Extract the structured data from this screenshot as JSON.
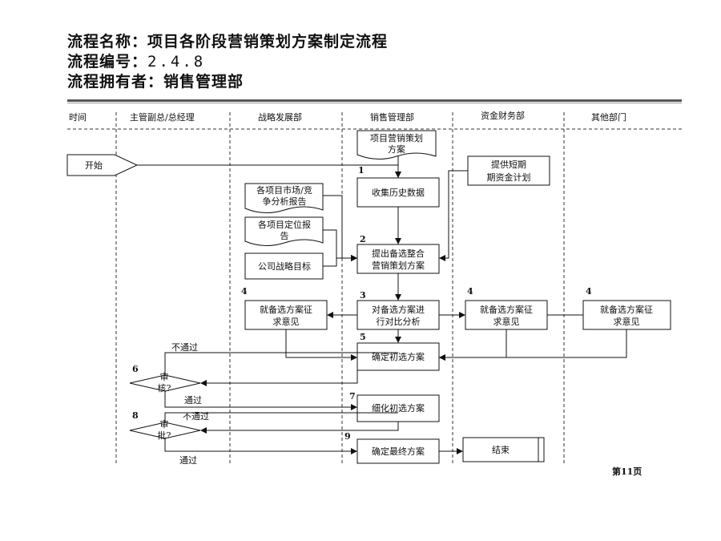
{
  "header": {
    "name_label": "流程名称：",
    "name_value": "项目各阶段营销策划方案制定流程",
    "code_label": "流程编号：",
    "code_value": "2.4.8",
    "owner_label": "流程拥有者：",
    "owner_value": "销售管理部"
  },
  "lanes": [
    "时间",
    "主管副总/总经理",
    "战略发展部",
    "销售管理部",
    "资金财务部",
    "其他部门"
  ],
  "nodes": {
    "plan_doc": [
      "项目营销策划",
      "方案"
    ],
    "start": "开始",
    "collect": "收集历史数据",
    "funding": [
      "提供短期",
      "期资金计划"
    ],
    "market": [
      "各项目市场/竞",
      "争分析报告"
    ],
    "position": [
      "各项目定位报",
      "告"
    ],
    "strategy": "公司战略目标",
    "propose": [
      "提出备选整合",
      "营销策划方案"
    ],
    "opinion_strategy": [
      "就备选方案征",
      "求意见"
    ],
    "compare": [
      "对备选方案进",
      "行对比分析"
    ],
    "opinion_finance": [
      "就备选方案征",
      "求意见"
    ],
    "opinion_other": [
      "就备选方案征",
      "求意见"
    ],
    "confirm": "确定初选方案",
    "review": [
      "审",
      "核?"
    ],
    "refine": "细化初选方案",
    "approve": [
      "审",
      "批?"
    ],
    "final": "确定最终方案",
    "end": "结束"
  },
  "steps": {
    "s1": "1",
    "s2": "2",
    "s3": "3",
    "s4a": "4",
    "s4b": "4",
    "s4c": "4",
    "s5": "5",
    "s6": "6",
    "s7": "7",
    "s8": "8",
    "s9": "9"
  },
  "edge_labels": {
    "reject1": "不通过",
    "pass1": "通过",
    "reject2": "不通过",
    "pass2": "通过"
  },
  "page_number": "第11页"
}
